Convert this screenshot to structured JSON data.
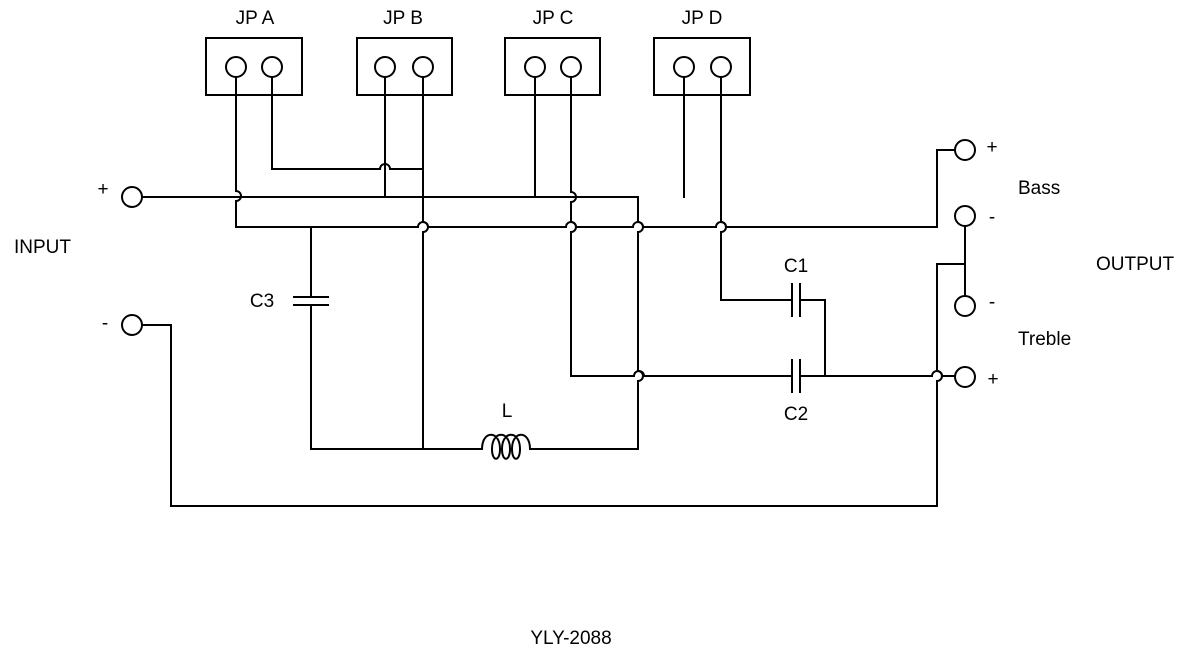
{
  "jumpers": [
    {
      "label": "JP A"
    },
    {
      "label": "JP B"
    },
    {
      "label": "JP C"
    },
    {
      "label": "JP D"
    }
  ],
  "input": {
    "label": "INPUT",
    "plus": "+",
    "minus": "-"
  },
  "output": {
    "label": "OUTPUT",
    "bass": {
      "label": "Bass",
      "plus": "+",
      "minus": "-"
    },
    "treble": {
      "label": "Treble",
      "plus": "+",
      "minus": "-"
    }
  },
  "components": {
    "c1": "C1",
    "c2": "C2",
    "c3": "C3",
    "inductor": "L"
  },
  "model": "YLY-2088"
}
